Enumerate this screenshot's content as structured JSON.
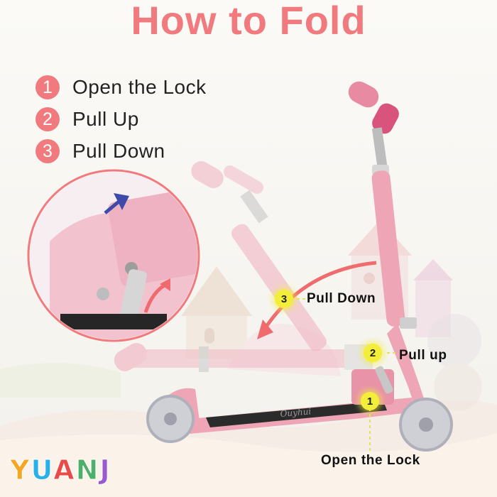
{
  "title": "How to Fold",
  "steps": [
    {
      "num": "1",
      "text": "Open the Lock"
    },
    {
      "num": "2",
      "text": "Pull Up"
    },
    {
      "num": "3",
      "text": "Pull Down"
    }
  ],
  "callouts": {
    "pull_down": {
      "num": "3",
      "text": "Pull Down"
    },
    "pull_up": {
      "num": "2",
      "text": "Pull up"
    },
    "open_lock": {
      "num": "1",
      "text": "Open the Lock"
    }
  },
  "brand": {
    "letters": [
      "Y",
      "U",
      "A",
      "N",
      "J"
    ],
    "colors": [
      "#f5a623",
      "#2ab0e8",
      "#e94b4b",
      "#4cb06a",
      "#9b59d0"
    ]
  },
  "deck_logo": "Ouyhui",
  "colors": {
    "accent": "#f07a7d",
    "marker": "#f3ee3a",
    "scooter_pink": "#eea5b5"
  }
}
